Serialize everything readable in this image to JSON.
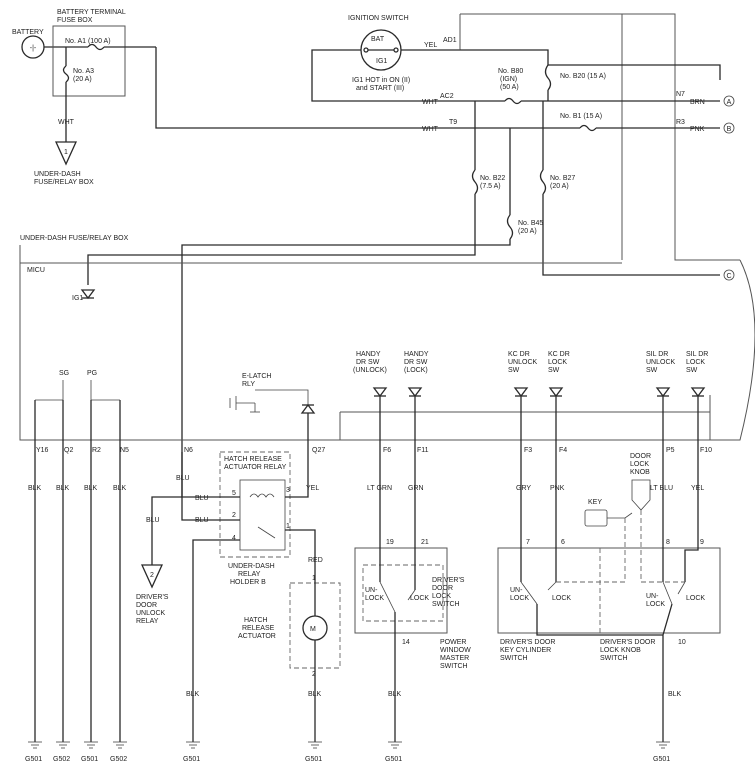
{
  "battery_label": "BATTERY",
  "battery_symbol": "-|-",
  "fuse_box_title": [
    "BATTERY TERMINAL",
    "FUSE BOX"
  ],
  "fuse_a1": "No. A1 (100 A)",
  "fuse_a3": [
    "No. A3",
    "(20 A)"
  ],
  "ign_title": "IGNITION SWITCH",
  "ign_bat": "BAT",
  "ign_ig1": "IG1",
  "ign_note": [
    "IG1 HOT in ON (II)",
    "and START (III)"
  ],
  "udfb_title": "UNDER-DASH FUSE/RELAY BOX",
  "udfb_ref": [
    "UNDER-DASH",
    "FUSE/RELAY BOX"
  ],
  "udfb_ref_num": "1",
  "fuse_b80": [
    "No. B80",
    "(IGN)",
    "(50 A)"
  ],
  "fuse_b20": "No. B20 (15 A)",
  "fuse_b1": "No. B1 (15 A)",
  "fuse_b22": [
    "No. B22",
    "(7.5 A)"
  ],
  "fuse_b27": [
    "No. B27",
    "(20 A)"
  ],
  "fuse_b45": [
    "No. B45",
    "(20 A)"
  ],
  "micu": "MICU",
  "ig1": "IG1",
  "terminals": [
    "AD1",
    "AC2",
    "T9",
    "N7",
    "R3"
  ],
  "conn_letters": [
    "A",
    "B",
    "C"
  ],
  "top_wires": [
    "YEL",
    "WHT",
    "WHT",
    "WHT",
    "BRN",
    "PNK"
  ],
  "sg": "SG",
  "pg": "PG",
  "elatch": [
    "E-LATCH",
    "RLY"
  ],
  "sw_handy_unlock": [
    "HANDY",
    "DR SW",
    "(UNLOCK)"
  ],
  "sw_handy_lock": [
    "HANDY",
    "DR SW",
    "(LOCK)"
  ],
  "sw_kc_unlock": [
    "KC DR",
    "UNLOCK",
    "SW"
  ],
  "sw_kc_lock": [
    "KC DR",
    "LOCK",
    "SW"
  ],
  "sw_sil_unlock": [
    "SIL DR",
    "UNLOCK",
    "SW"
  ],
  "sw_sil_lock": [
    "SIL DR",
    "LOCK",
    "SW"
  ],
  "micu_pins": [
    "Y16",
    "Q2",
    "R2",
    "N5",
    "N6",
    "Q27",
    "F6",
    "F11",
    "F3",
    "F4",
    "P5",
    "F10"
  ],
  "wire_colors": [
    "BLK",
    "BLK",
    "BLK",
    "BLK",
    "BLU",
    "YEL",
    "LT GRN",
    "GRN",
    "GRY",
    "PNK",
    "LT BLU",
    "YEL"
  ],
  "blu": "BLU",
  "blk": "BLK",
  "red": "RED",
  "hr_relay": [
    "HATCH RELEASE",
    "ACTUATOR RELAY"
  ],
  "hr_pins": [
    "5",
    "3",
    "2",
    "1",
    "4"
  ],
  "udrh": [
    "UNDER-DASH",
    "RELAY",
    "HOLDER B"
  ],
  "ddur": [
    "DRIVER'S",
    "DOOR",
    "UNLOCK",
    "RELAY"
  ],
  "ddur_num": "2",
  "actuator": [
    "HATCH",
    "RELEASE",
    "ACTUATOR"
  ],
  "act_pins": [
    "1",
    "2"
  ],
  "pwms": [
    "POWER",
    "WINDOW",
    "MASTER",
    "SWITCH"
  ],
  "pwms_pins": [
    "19",
    "21",
    "14"
  ],
  "ddls": [
    "DRIVER'S",
    "DOOR",
    "LOCK",
    "SWITCH"
  ],
  "un_lock": [
    "UN-",
    "LOCK"
  ],
  "lock": "LOCK",
  "key": "KEY",
  "knob": [
    "DOOR",
    "LOCK",
    "KNOB"
  ],
  "kc_pins": [
    "7",
    "6"
  ],
  "kn_pins": [
    "8",
    "9",
    "10"
  ],
  "ddkc": [
    "DRIVER'S DOOR",
    "KEY CYLINDER",
    "SWITCH"
  ],
  "ddlk": [
    "DRIVER'S DOOR",
    "LOCK KNOB",
    "SWITCH"
  ],
  "grounds": [
    "G501",
    "G502",
    "G501",
    "G502",
    "G501",
    "G501",
    "G501",
    "G501"
  ]
}
